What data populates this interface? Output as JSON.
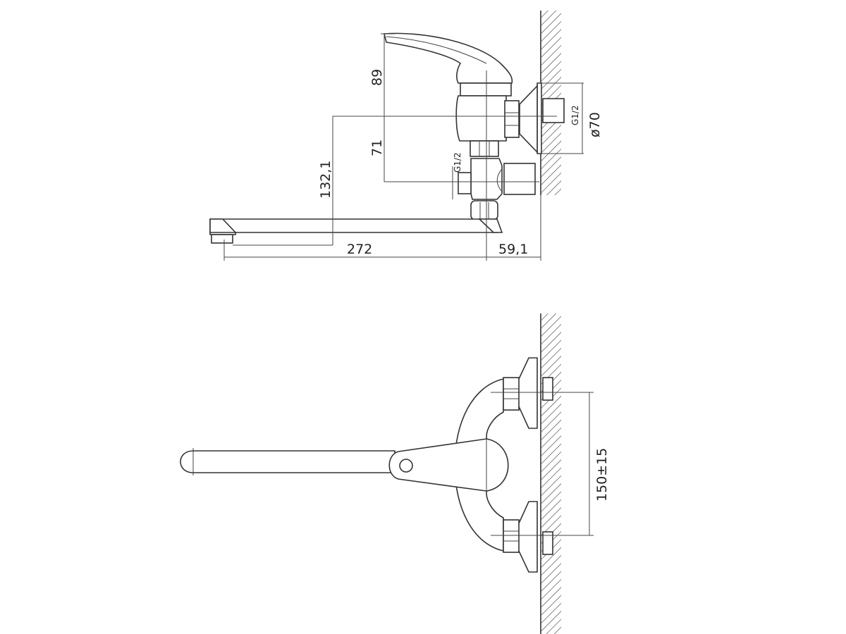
{
  "top_view": {
    "dim_handle_height": "89",
    "dim_axis_to_outlet": "71",
    "dim_spout_height": "132,1",
    "dim_spout_length": "272",
    "dim_wall_offset": "59,1",
    "dim_flange_diameter": "ø70",
    "thread_wall": "G1/2",
    "thread_side": "G1/2"
  },
  "bottom_view": {
    "dim_inlet_spacing": "150±15"
  }
}
